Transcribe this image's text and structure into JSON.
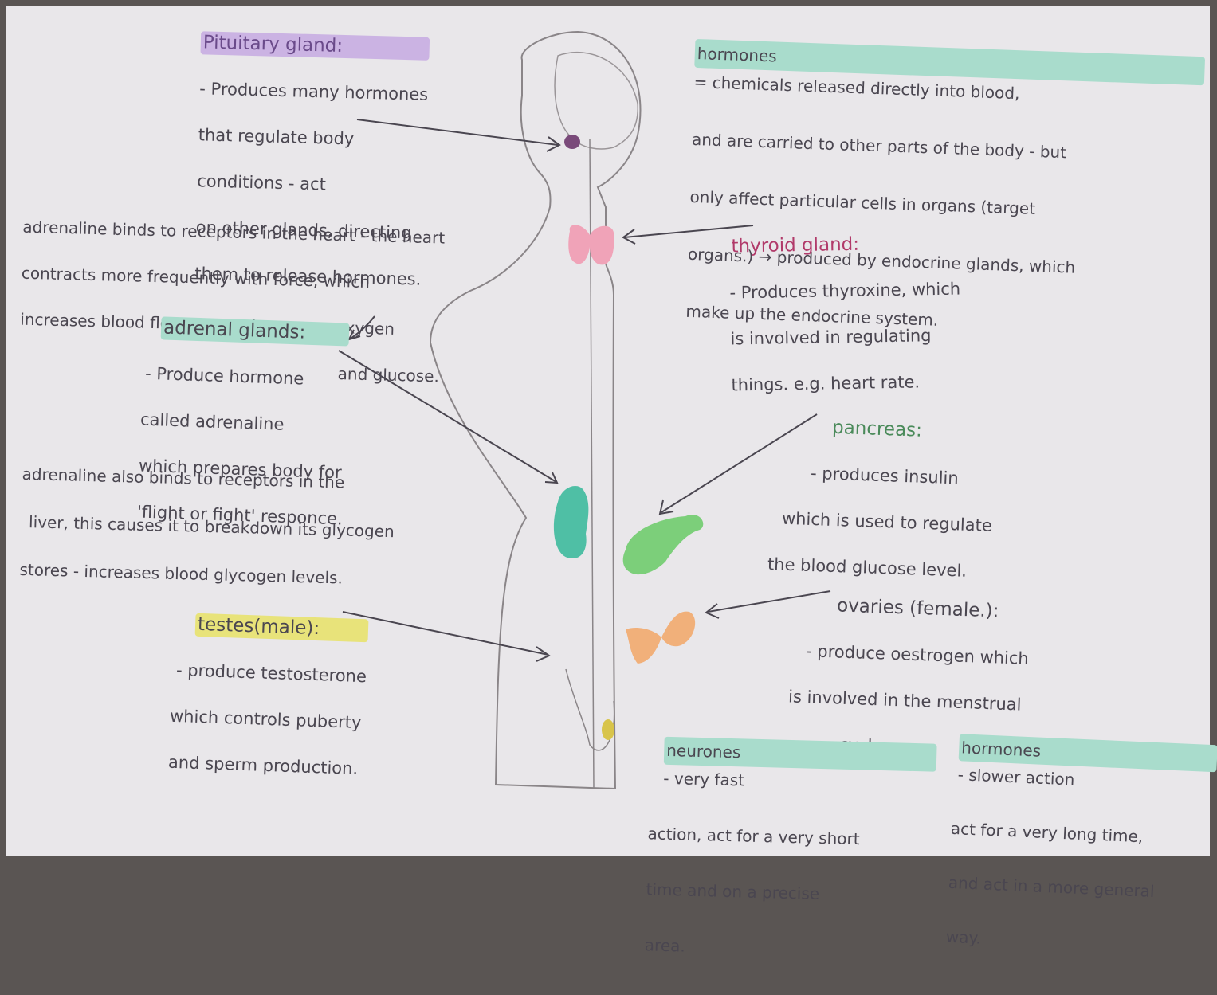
{
  "pituitary": {
    "title": "Pituitary gland:",
    "lines": [
      "- Produces many hormones",
      "that regulate body",
      "conditions - act",
      "on other glands, directing",
      "them to release hormones."
    ]
  },
  "hormones_def": {
    "term": "hormones",
    "lines": [
      "= chemicals released directly into blood,",
      "and are carried to other parts of the body - but",
      "only affect particular cells in organs (target",
      "organs.) → produced by endocrine glands, which",
      "make up the endocrine system."
    ]
  },
  "adrenaline_heart": {
    "lines": [
      "adrenaline binds to receptors in the heart - the heart",
      "contracts more frequently with force, which",
      "increases blood flow to muscles - more oxygen",
      "and glucose."
    ]
  },
  "thyroid": {
    "title": "thyroid gland:",
    "lines": [
      "- Produces thyroxine, which",
      "is involved in regulating",
      "things. e.g. heart rate."
    ]
  },
  "adrenal": {
    "title": "adrenal glands:",
    "lines": [
      "- Produce hormone",
      "called adrenaline",
      "which prepares body for",
      "'flight or fight' responce."
    ]
  },
  "pancreas": {
    "title": "pancreas:",
    "lines": [
      "- produces insulin",
      "which is used to regulate",
      "the blood glucose level."
    ]
  },
  "adrenaline_liver": {
    "lines": [
      "adrenaline also binds to receptors in the",
      "liver, this causes it to breakdown its glycogen",
      "stores - increases blood glycogen levels."
    ]
  },
  "ovaries": {
    "title": "ovaries (female.):",
    "lines": [
      "- produce oestrogen which",
      "is involved in the menstrual",
      "cycle."
    ]
  },
  "testes": {
    "title": "testes(male):",
    "lines": [
      "- produce testosterone",
      "which controls puberty",
      "and sperm production."
    ]
  },
  "neurones": {
    "term": "neurones",
    "lines": [
      " - very fast",
      "action, act for a very short",
      "time and on a precise",
      "area."
    ]
  },
  "hormones_compare": {
    "term": "hormones",
    "lines": [
      " - slower action",
      "act for a very long time,",
      "and act in a more general",
      "way."
    ]
  },
  "colors": {
    "paper": "#e9e7ea",
    "ink": "#4a4650",
    "pituitary": "#7a4a7a",
    "thyroid": "#f0a3b8",
    "adrenal": "#4fbfa5",
    "pancreas": "#7ccf7a",
    "ovaries": "#f1b07a",
    "testes": "#d8c44a"
  }
}
